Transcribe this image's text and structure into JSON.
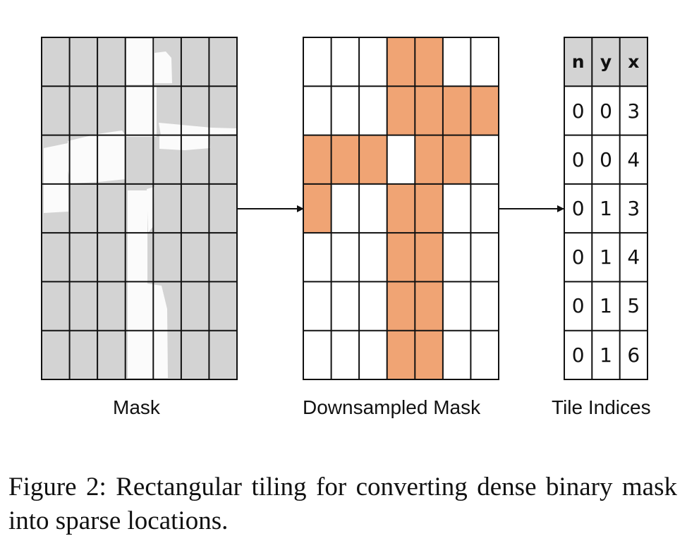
{
  "labels": {
    "mask": "Mask",
    "downsampled": "Downsampled Mask",
    "indices": "Tile Indices"
  },
  "caption": "Figure 2:  Rectangular tiling for converting dense binary mask into sparse locations.",
  "grid": {
    "rows": 7,
    "cols": 7
  },
  "downsampled_active": [
    [
      0,
      3
    ],
    [
      0,
      4
    ],
    [
      1,
      3
    ],
    [
      1,
      4
    ],
    [
      1,
      5
    ],
    [
      1,
      6
    ],
    [
      2,
      0
    ],
    [
      2,
      1
    ],
    [
      2,
      2
    ],
    [
      2,
      4
    ],
    [
      2,
      5
    ],
    [
      3,
      0
    ],
    [
      3,
      3
    ],
    [
      3,
      4
    ],
    [
      4,
      3
    ],
    [
      4,
      4
    ],
    [
      5,
      3
    ],
    [
      5,
      4
    ],
    [
      6,
      3
    ],
    [
      6,
      4
    ]
  ],
  "tile_indices": {
    "headers": [
      "n",
      "y",
      "x"
    ],
    "rows": [
      [
        "0",
        "0",
        "3"
      ],
      [
        "0",
        "0",
        "4"
      ],
      [
        "0",
        "1",
        "3"
      ],
      [
        "0",
        "1",
        "4"
      ],
      [
        "0",
        "1",
        "5"
      ],
      [
        "0",
        "1",
        "6"
      ]
    ]
  },
  "colors": {
    "mask_bg": "#d3d3d3",
    "mask_fg": "#fbfbfb",
    "tile_active": "#f0a474",
    "grid_line": "#111111"
  }
}
